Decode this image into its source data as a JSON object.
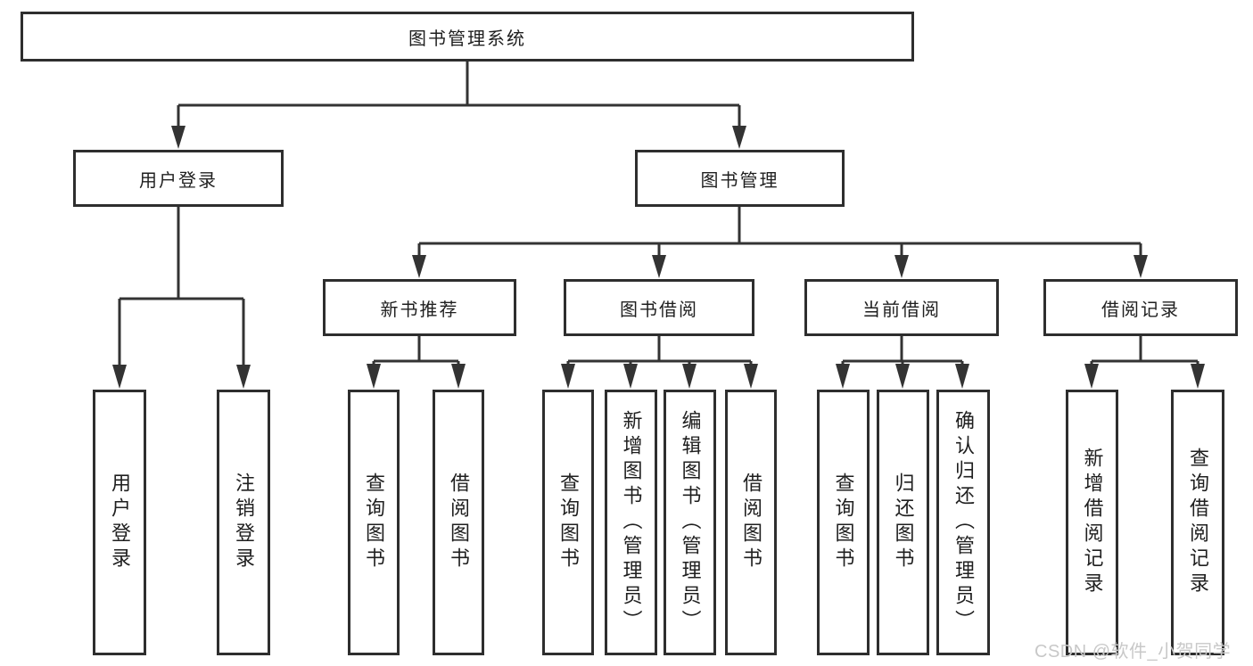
{
  "diagram": {
    "root": {
      "label": "图书管理系统"
    },
    "level2": {
      "user_login": {
        "label": "用户登录"
      },
      "book_management": {
        "label": "图书管理"
      }
    },
    "level3": {
      "new_book_recommend": {
        "label": "新书推荐"
      },
      "book_borrowing": {
        "label": "图书借阅"
      },
      "current_borrowing": {
        "label": "当前借阅"
      },
      "borrowing_records": {
        "label": "借阅记录"
      }
    },
    "leaves": {
      "under_user_login": [
        {
          "label": "用户登录"
        },
        {
          "label": "注销登录"
        }
      ],
      "under_new_book_recommend": [
        {
          "label": "查询图书"
        },
        {
          "label": "借阅图书"
        }
      ],
      "under_book_borrowing": [
        {
          "label": "查询图书"
        },
        {
          "label": "新增图书（管理员）"
        },
        {
          "label": "编辑图书（管理员）"
        },
        {
          "label": "借阅图书"
        }
      ],
      "under_current_borrowing": [
        {
          "label": "查询图书"
        },
        {
          "label": "归还图书"
        },
        {
          "label": "确认归还（管理员）"
        }
      ],
      "under_borrowing_records": [
        {
          "label": "新增借阅记录"
        },
        {
          "label": "查询借阅记录"
        }
      ]
    },
    "colors": {
      "line": "#333333",
      "box_border": "#2e2e2e",
      "text": "#1f1f1f",
      "background": "#ffffff",
      "watermark": "#c8c8c8"
    }
  },
  "watermark": {
    "text": "CSDN @软件_小贺同学"
  }
}
